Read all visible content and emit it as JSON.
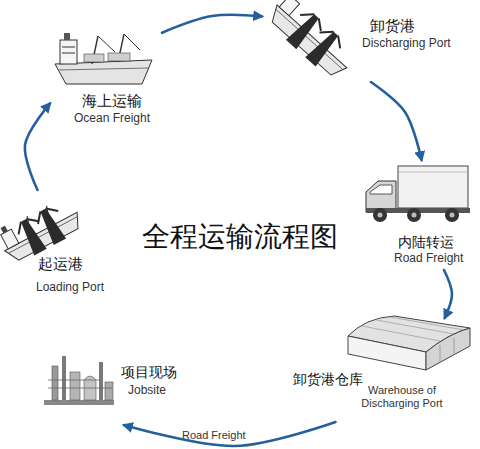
{
  "diagram": {
    "title": "全程运输流程图",
    "nodes": [
      {
        "text": [
          "起运港",
          "Loading Port"
        ]
      },
      {
        "text": [
          "海上运输",
          "Ocean Freight"
        ]
      },
      {
        "text": [
          "卸货港",
          "Discharging Port"
        ]
      },
      {
        "text": [
          "内陆转运",
          "Road Freight"
        ]
      },
      {
        "text": [
          "卸货港仓库",
          "Warehouse of Discharging Port"
        ]
      },
      {
        "text": [
          "项目现场",
          "Jobsite"
        ]
      }
    ],
    "edges": [
      {
        "from": 0,
        "to": 1,
        "arrow": "to"
      },
      {
        "from": 1,
        "to": 2,
        "arrow": "to"
      },
      {
        "from": 2,
        "to": 3,
        "arrow": "to"
      },
      {
        "from": 3,
        "to": 4,
        "arrow": "to"
      },
      {
        "from": 4,
        "to": 5,
        "label": "Road Freight",
        "arrow": "to"
      }
    ]
  }
}
